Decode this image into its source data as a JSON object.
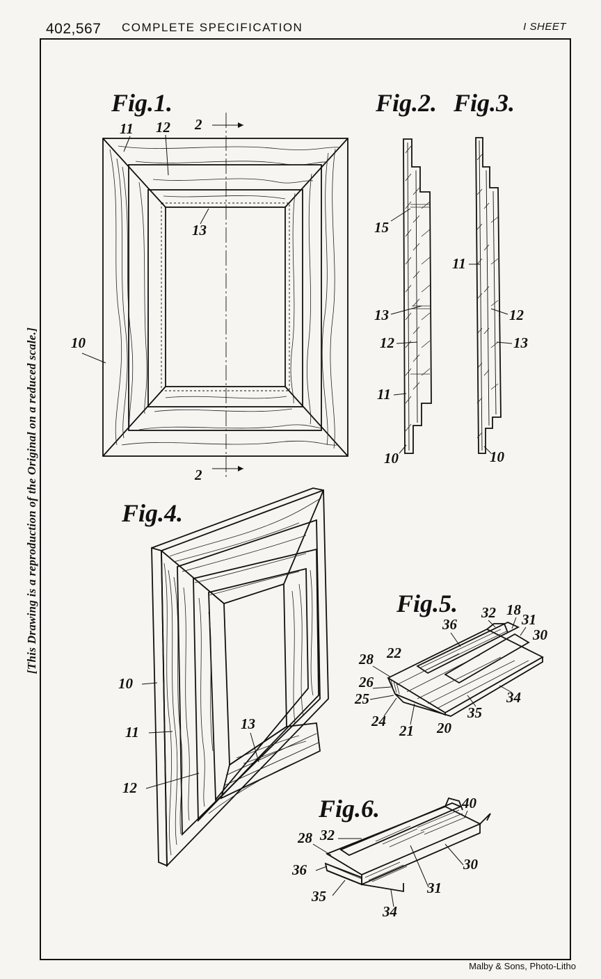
{
  "header": {
    "number": "402,567",
    "title": "COMPLETE SPECIFICATION",
    "sheets": "I SHEET"
  },
  "side_note": "[This Drawing is a reproduction of the Original on a reduced scale.]",
  "footer": "Malby & Sons, Photo-Litho",
  "figures": {
    "fig1": {
      "title": "Fig.1.",
      "refs": [
        "11",
        "12",
        "2",
        "13",
        "10",
        "2"
      ]
    },
    "fig2": {
      "title": "Fig.2.",
      "refs": [
        "15",
        "13",
        "12",
        "11",
        "10"
      ]
    },
    "fig3": {
      "title": "Fig.3.",
      "refs": [
        "11",
        "12",
        "13",
        "10"
      ]
    },
    "fig4": {
      "title": "Fig.4.",
      "refs": [
        "10",
        "11",
        "12",
        "13"
      ]
    },
    "fig5": {
      "title": "Fig.5.",
      "refs": [
        "32",
        "18",
        "31",
        "30",
        "36",
        "28",
        "22",
        "26",
        "25",
        "24",
        "21",
        "20",
        "35",
        "34"
      ]
    },
    "fig6": {
      "title": "Fig.6.",
      "refs": [
        "40",
        "28",
        "32",
        "30",
        "36",
        "31",
        "35",
        "34"
      ]
    }
  }
}
